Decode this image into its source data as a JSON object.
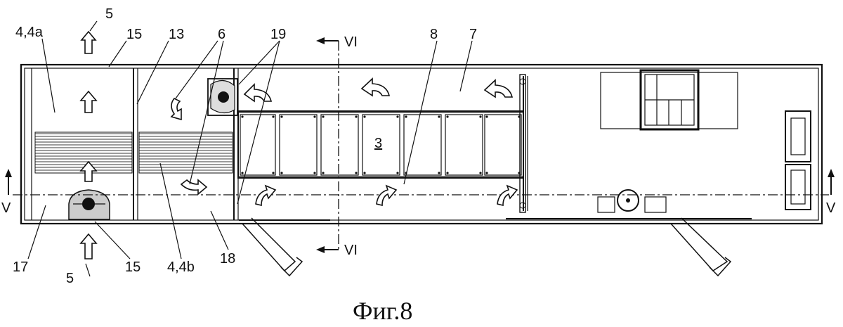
{
  "figure": {
    "caption": "Фиг.8",
    "labels": {
      "l5_top": "5",
      "l4_4a": "4,4a",
      "l15_top": "15",
      "l13": "13",
      "l6": "6",
      "l19": "19",
      "lVI_top": "VI",
      "l8": "8",
      "l7": "7",
      "l3": "3",
      "lV_left": "V",
      "lV_right": "V",
      "l17": "17",
      "l5_bottom": "5",
      "l15_bottom": "15",
      "l4_4b": "4,4b",
      "l18": "18",
      "lVI_bottom": "VI"
    }
  }
}
